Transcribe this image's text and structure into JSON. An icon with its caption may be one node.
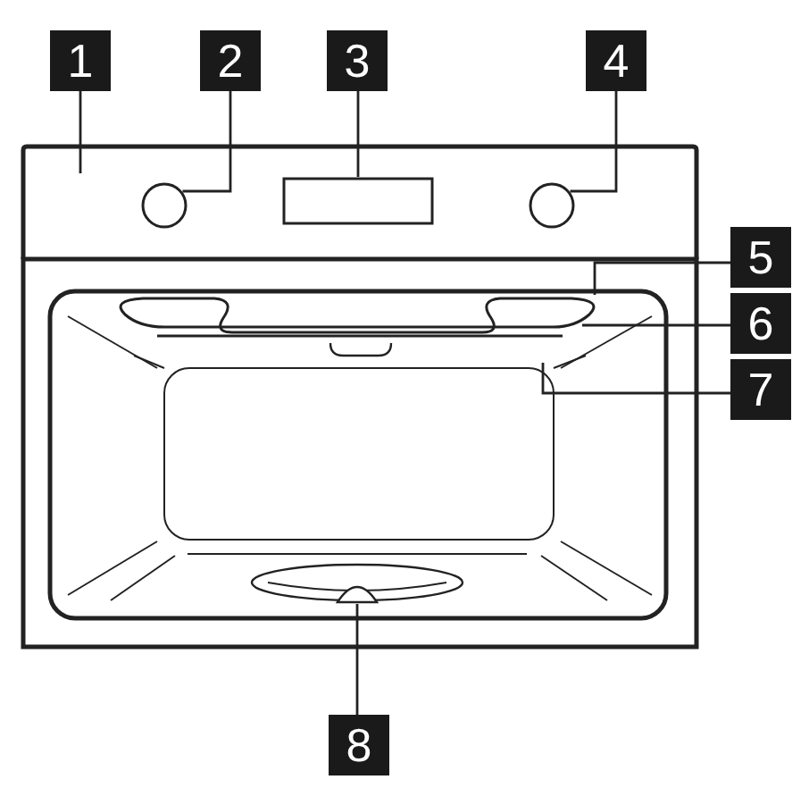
{
  "diagram": {
    "nodes": [
      {
        "text": [
          "1"
        ]
      },
      {
        "text": [
          "2"
        ]
      },
      {
        "text": [
          "3"
        ]
      },
      {
        "text": [
          "4"
        ]
      },
      {
        "text": [
          "5"
        ]
      },
      {
        "text": [
          "6"
        ]
      },
      {
        "text": [
          "7"
        ]
      },
      {
        "text": [
          "8"
        ]
      },
      {
        "text": [],
        "shape": "circle"
      },
      {
        "text": [],
        "shape": "box"
      },
      {
        "text": [],
        "shape": "circle"
      },
      {
        "text": [],
        "shape": "circle"
      }
    ],
    "edges": [
      {
        "from": 0,
        "to": null,
        "arrow": "none"
      },
      {
        "from": 1,
        "to": 8,
        "arrow": "none"
      },
      {
        "from": 2,
        "to": 9,
        "arrow": "none"
      },
      {
        "from": 3,
        "to": 10,
        "arrow": "none"
      },
      {
        "from": 4,
        "to": null,
        "arrow": "none"
      },
      {
        "from": 5,
        "to": null,
        "arrow": "none"
      },
      {
        "from": 6,
        "to": null,
        "arrow": "none"
      },
      {
        "from": 7,
        "to": 11,
        "arrow": "none"
      }
    ]
  }
}
